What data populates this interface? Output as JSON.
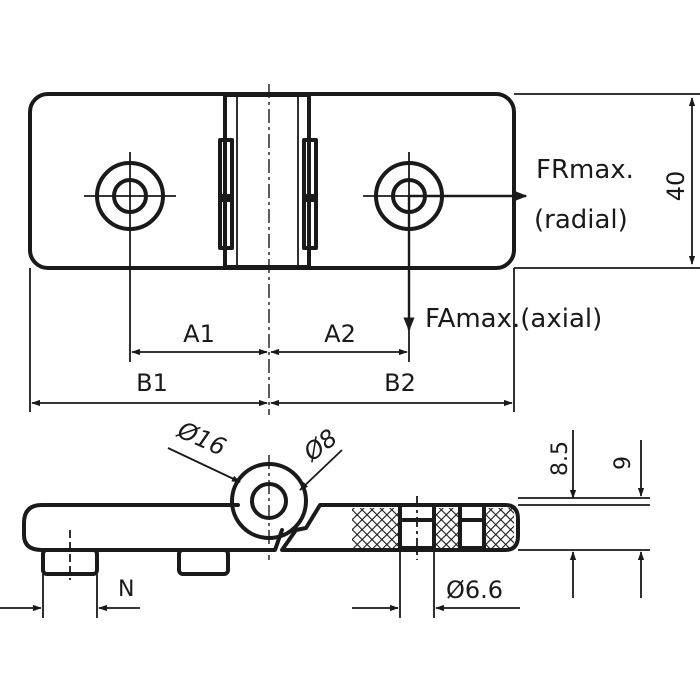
{
  "labels": {
    "fr_line1": "FRmax.",
    "fr_line2": "(radial)",
    "fa": "FAmax.(axial)",
    "a1": "A1",
    "a2": "A2",
    "b1": "B1",
    "b2": "B2",
    "height": "40",
    "dia16": "Ø16",
    "dia8": "Ø8",
    "dim85": "8.5",
    "dim9": "9",
    "n": "N",
    "dia66": "Ø6.6"
  },
  "colors": {
    "ink": "#1a1a1a",
    "background": "#ffffff"
  }
}
